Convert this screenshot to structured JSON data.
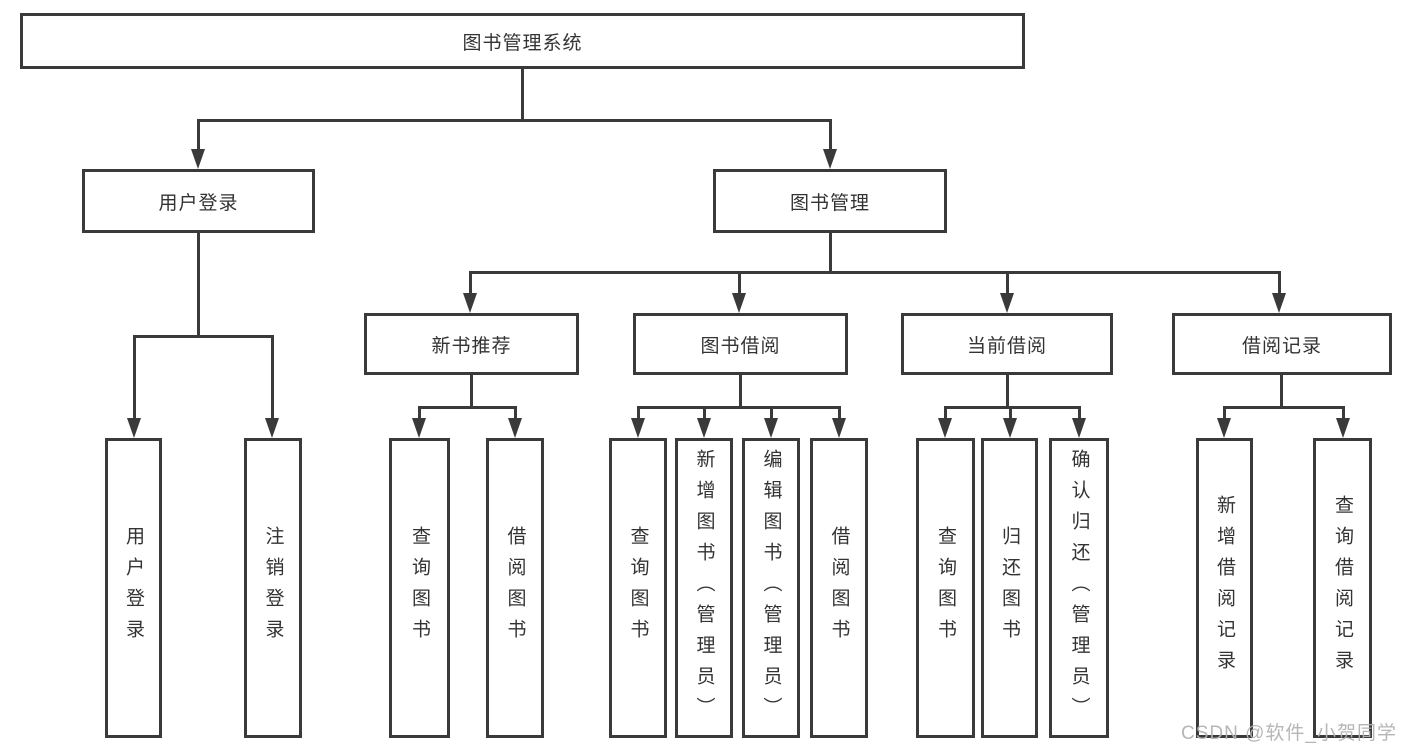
{
  "diagram": {
    "title": "图书管理系统",
    "root": {
      "label": "图书管理系统"
    },
    "branches": [
      {
        "label": "用户登录",
        "children": [
          "用户登录",
          "注销登录"
        ]
      },
      {
        "label": "图书管理",
        "children_groups": [
          {
            "label": "新书推荐",
            "children": [
              "查询图书",
              "借阅图书"
            ]
          },
          {
            "label": "图书借阅",
            "children": [
              "查询图书",
              "新增图书（管理员）",
              "编辑图书（管理员）",
              "借阅图书"
            ]
          },
          {
            "label": "当前借阅",
            "children": [
              "查询图书",
              "归还图书",
              "确认归还（管理员）"
            ]
          },
          {
            "label": "借阅记录",
            "children": [
              "新增借阅记录",
              "查询借阅记录"
            ]
          }
        ]
      }
    ]
  },
  "watermark": {
    "text": "CSDN @软件_小贺同学"
  },
  "colors": {
    "line": "#3a3a3a",
    "text": "#333333",
    "watermark": "#b2b2b2",
    "background": "#ffffff"
  }
}
